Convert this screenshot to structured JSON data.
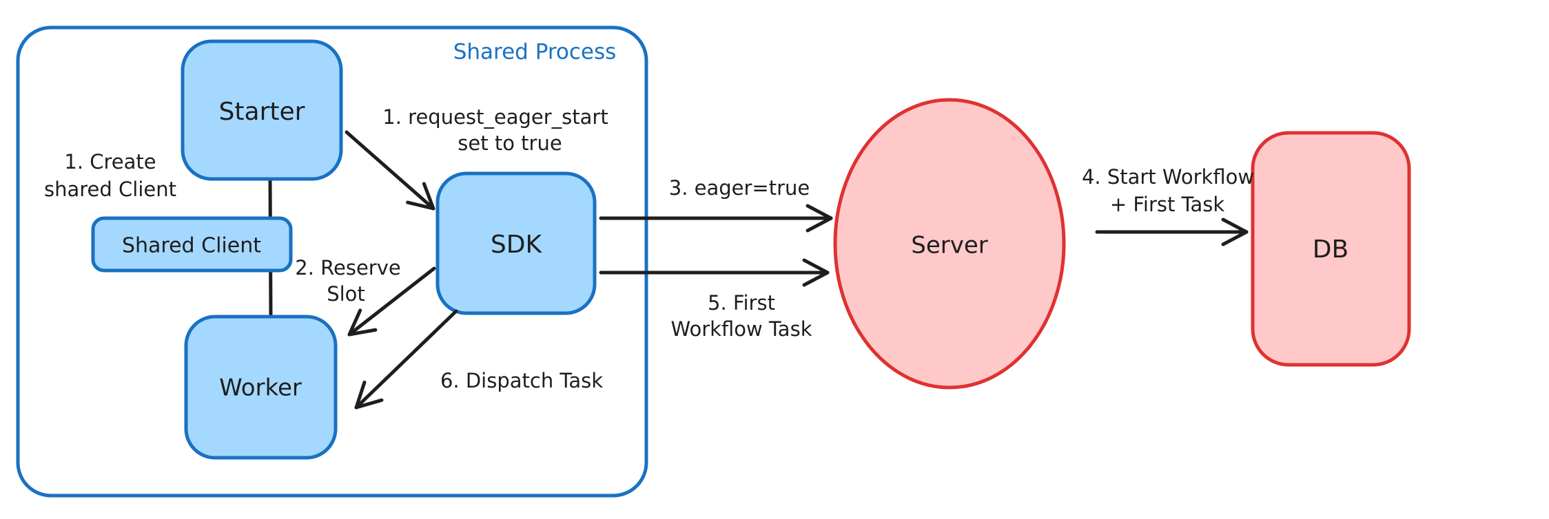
{
  "diagram": {
    "frame": {
      "title": "Shared Process"
    },
    "colors": {
      "blue_stroke": "#1971c2",
      "blue_fill": "#a5d8ff",
      "red_stroke": "#e03131",
      "red_fill": "#ffc9c9",
      "ink": "#1e1e1e"
    },
    "nodes": {
      "starter": {
        "label": "Starter"
      },
      "shared_client": {
        "label": "Shared Client"
      },
      "worker": {
        "label": "Worker"
      },
      "sdk": {
        "label": "SDK"
      },
      "server": {
        "label": "Server"
      },
      "db": {
        "label": "DB"
      }
    },
    "annotations": {
      "create_shared_client": {
        "line1": "1. Create",
        "line2": "shared Client"
      },
      "request_eager_start": {
        "line1": "1. request_eager_start",
        "line2": "set to true"
      },
      "reserve_slot": {
        "line1": "2. Reserve",
        "line2": "Slot"
      },
      "eager_true": {
        "line1": "3. eager=true"
      },
      "start_workflow": {
        "line1": "4. Start Workflow",
        "line2": "+ First Task"
      },
      "first_workflow_task": {
        "line1": "5. First",
        "line2": "Workflow Task"
      },
      "dispatch_task": {
        "line1": "6. Dispatch Task"
      }
    }
  }
}
